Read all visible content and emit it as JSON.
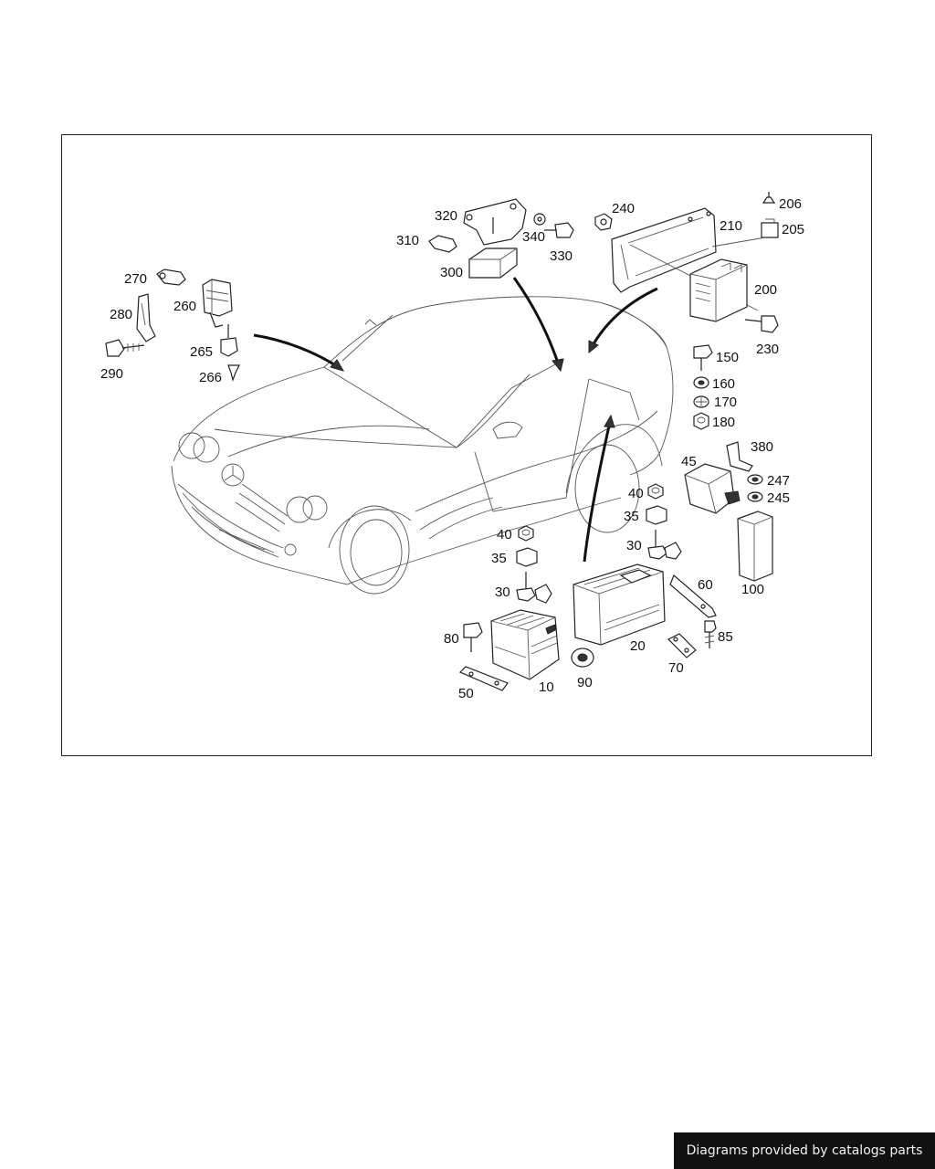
{
  "footer": {
    "credit": "Diagrams provided by catalogs parts"
  },
  "colors": {
    "line": "#222222",
    "background": "#ffffff",
    "badge": "#111111"
  },
  "labels": {
    "p10": "10",
    "p20": "20",
    "p30a": "30",
    "p30b": "30",
    "p35a": "35",
    "p35b": "35",
    "p40a": "40",
    "p40b": "40",
    "p45": "45",
    "p50": "50",
    "p60": "60",
    "p70": "70",
    "p80": "80",
    "p85": "85",
    "p90": "90",
    "p100": "100",
    "p150": "150",
    "p160": "160",
    "p170": "170",
    "p180": "180",
    "p200": "200",
    "p205": "205",
    "p206": "206",
    "p210": "210",
    "p230": "230",
    "p240": "240",
    "p245": "245",
    "p247": "247",
    "p260": "260",
    "p265": "265",
    "p266": "266",
    "p270": "270",
    "p280": "280",
    "p290": "290",
    "p300": "300",
    "p310": "310",
    "p320": "320",
    "p330": "330",
    "p340": "340",
    "p380": "380"
  }
}
